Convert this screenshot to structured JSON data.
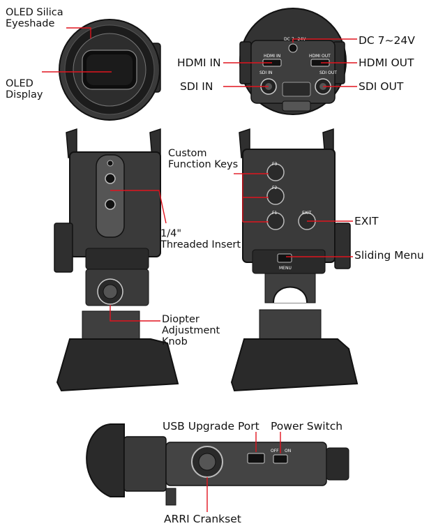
{
  "labels": {
    "oled_eyeshade": "OLED Silica\nEyeshade",
    "oled_display": "OLED\nDisplay",
    "dc": "DC 7~24V",
    "hdmi_in": "HDMI IN",
    "hdmi_out": "HDMI OUT",
    "sdi_in": "SDI IN",
    "sdi_out": "SDI OUT",
    "custom_keys": "Custom\nFunction Keys",
    "threaded_insert": "1/4\"\nThreaded Insert",
    "exit": "EXIT",
    "sliding_menu": "Sliding Menu",
    "diopter": "Diopter\nAdjustment\nKnob",
    "usb": "USB Upgrade Port",
    "power": "Power Switch",
    "arri": "ARRI Crankset"
  },
  "device_text": {
    "dc_port": "DC 7~24V",
    "hdmi_in_port": "HDMI IN",
    "hdmi_out_port": "HDMI OUT",
    "sdi_in_port": "SDI IN",
    "sdi_out_port": "SDI OUT",
    "f3": "F3",
    "f2": "F2",
    "f1": "F1",
    "exit_btn": "EXIT",
    "menu": "MENU",
    "off": "OFF",
    "on": "ON"
  },
  "colors": {
    "callout": "#e0141e",
    "body": "#2f2f2f",
    "text": "#111111"
  }
}
